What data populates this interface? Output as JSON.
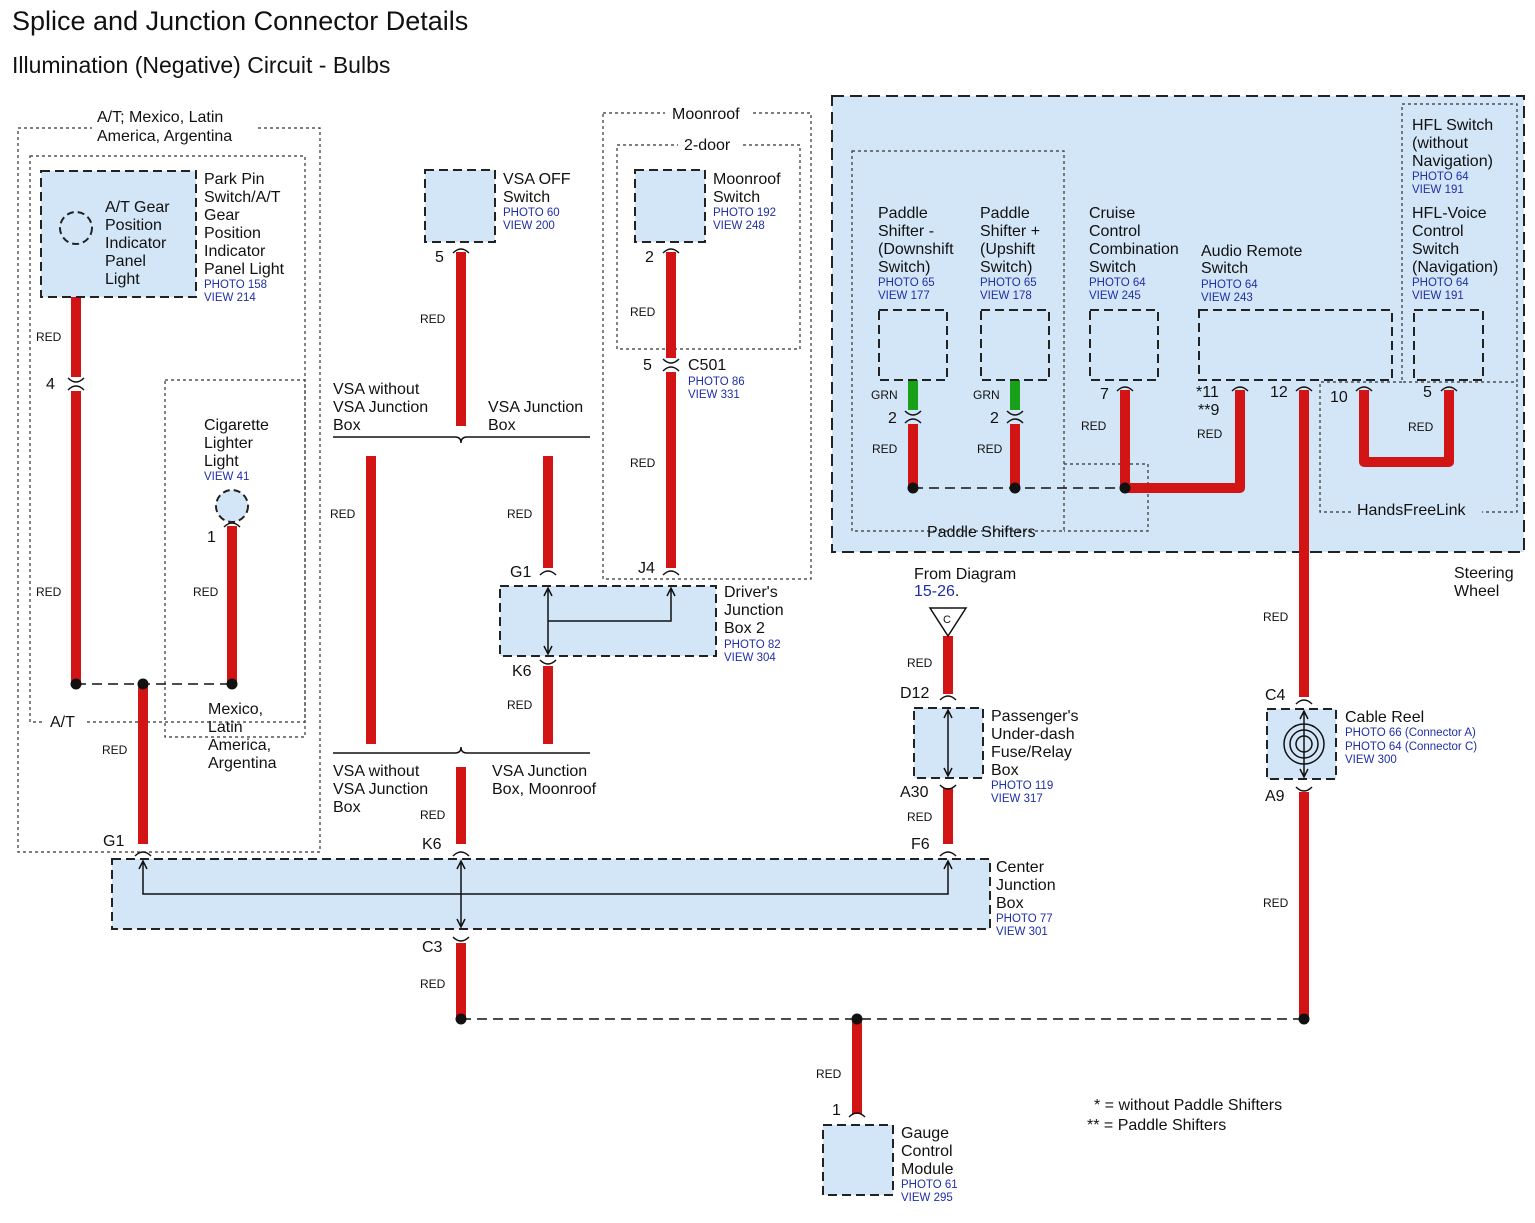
{
  "title": "Splice and Junction Connector Details",
  "subtitle": "Illumination (Negative) Circuit - Bulbs",
  "zones": {
    "at_mexico_1": "A/T; Mexico, Latin",
    "at_mexico_2": "America, Argentina",
    "at": "A/T",
    "mexico_1": "Mexico,",
    "mexico_2": "Latin",
    "mexico_3": "America,",
    "mexico_4": "Argentina",
    "moonroof": "Moonroof",
    "two_door": "2-door",
    "paddle_shifters": "Paddle Shifters",
    "handsfreelink": "HandsFreeLink",
    "steering_1": "Steering",
    "steering_2": "Wheel"
  },
  "components": {
    "at_gear": [
      "A/T Gear",
      "Position",
      "Indicator",
      "Panel",
      "Light"
    ],
    "park_pin": {
      "lines": [
        "Park Pin",
        "Switch/A/T",
        "Gear",
        "Position",
        "Indicator",
        "Panel Light"
      ],
      "photo": "PHOTO 158",
      "view": "VIEW 214"
    },
    "cig": {
      "lines": [
        "Cigarette",
        "Lighter",
        "Light"
      ],
      "view": "VIEW 41"
    },
    "vsa_off": {
      "lines": [
        "VSA OFF",
        "Switch"
      ],
      "photo": "PHOTO 60",
      "view": "VIEW 200"
    },
    "moonroof_sw": {
      "lines": [
        "Moonroof",
        "Switch"
      ],
      "photo": "PHOTO 192",
      "view": "VIEW 248"
    },
    "paddle_minus": {
      "lines": [
        "Paddle",
        "Shifter -",
        "(Downshift",
        "Switch)"
      ],
      "photo": "PHOTO 65",
      "view": "VIEW 177"
    },
    "paddle_plus": {
      "lines": [
        "Paddle",
        "Shifter +",
        "(Upshift",
        "Switch)"
      ],
      "photo": "PHOTO 65",
      "view": "VIEW 178"
    },
    "cruise": {
      "lines": [
        "Cruise",
        "Control",
        "Combination",
        "Switch"
      ],
      "photo": "PHOTO 64",
      "view": "VIEW 245"
    },
    "audio": {
      "lines": [
        "Audio Remote",
        "Switch"
      ],
      "photo": "PHOTO 64",
      "view": "VIEW 243"
    },
    "hfl": {
      "lines": [
        "HFL Switch",
        "(without",
        "Navigation)"
      ],
      "photo": "PHOTO 64",
      "view": "VIEW 191"
    },
    "hfl_voice": {
      "lines": [
        "HFL-Voice",
        "Control",
        "Switch",
        "(Navigation)"
      ],
      "photo": "PHOTO 64",
      "view": "VIEW 191"
    },
    "drivers_jb2": {
      "lines": [
        "Driver's",
        "Junction",
        "Box 2"
      ],
      "photo": "PHOTO 82",
      "view": "VIEW 304"
    },
    "c501": {
      "label": "C501",
      "photo": "PHOTO 86",
      "view": "VIEW 331"
    },
    "passenger_fuse": {
      "lines": [
        "Passenger's",
        "Under-dash",
        "Fuse/Relay",
        "Box"
      ],
      "photo": "PHOTO 119",
      "view": "VIEW 317"
    },
    "cable_reel": {
      "lines": [
        "Cable Reel"
      ],
      "photo_a": "PHOTO 66 (Connector A)",
      "photo_c": "PHOTO 64 (Connector C)",
      "view": "VIEW 300"
    },
    "center_jb": {
      "lines": [
        "Center",
        "Junction",
        "Box"
      ],
      "photo": "PHOTO 77",
      "view": "VIEW 301"
    },
    "gauge": {
      "lines": [
        "Gauge",
        "Control",
        "Module"
      ],
      "photo": "PHOTO 61",
      "view": "VIEW 295"
    }
  },
  "branches": {
    "vsa_without_top": [
      "VSA without",
      "VSA Junction",
      "Box"
    ],
    "vsa_jb_top": [
      "VSA Junction",
      "Box"
    ],
    "vsa_without_bottom": [
      "VSA without",
      "VSA Junction",
      "Box"
    ],
    "vsa_jb_bottom": [
      "VSA Junction",
      "Box, Moonroof"
    ]
  },
  "from_diagram": {
    "text": "From Diagram",
    "link": "15-26",
    "period": ".",
    "connector": "C"
  },
  "pins": {
    "p4": "4",
    "p1": "1",
    "p5": "5",
    "p2": "2",
    "p5b": "5",
    "j4": "J4",
    "g1a": "G1",
    "k6a": "K6",
    "g1b": "G1",
    "k6b": "K6",
    "f6": "F6",
    "c3": "C3",
    "d12": "D12",
    "a30": "A30",
    "pm2": "2",
    "pp2": "2",
    "p7": "7",
    "p11": "*11",
    "p9": "**9",
    "p12": "12",
    "p10": "10",
    "p5c": "5",
    "c4": "C4",
    "a9": "A9",
    "g1": "1"
  },
  "wire_colors": {
    "red": "RED",
    "grn": "GRN"
  },
  "legend": [
    "* = without Paddle Shifters",
    "** = Paddle Shifters"
  ],
  "colors": {
    "wire_red": "#d21414",
    "wire_green": "#18a018",
    "component_fill": "#d3e6f7",
    "reference_blue": "#1f2fa6"
  }
}
